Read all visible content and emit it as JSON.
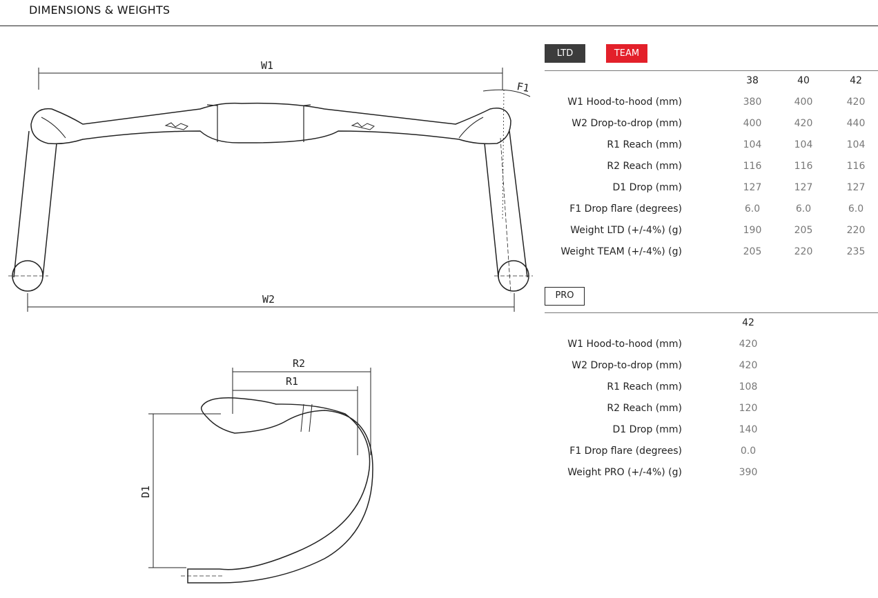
{
  "header": {
    "title": "DIMENSIONS & WEIGHTS"
  },
  "diagram": {
    "labels": {
      "w1": "W1",
      "w2": "W2",
      "f1": "F1",
      "r1": "R1",
      "r2": "R2",
      "d1": "D1"
    }
  },
  "tabs": [
    {
      "label": "LTD",
      "color": "#3c3c3c"
    },
    {
      "label": "TEAM",
      "color": "#e3202a"
    }
  ],
  "table1": {
    "sizes": [
      "38",
      "40",
      "42"
    ],
    "rows": [
      {
        "label": "W1 Hood-to-hood (mm)",
        "values": [
          "380",
          "400",
          "420"
        ]
      },
      {
        "label": "W2 Drop-to-drop (mm)",
        "values": [
          "400",
          "420",
          "440"
        ]
      },
      {
        "label": "R1 Reach (mm)",
        "values": [
          "104",
          "104",
          "104"
        ]
      },
      {
        "label": "R2 Reach (mm)",
        "values": [
          "116",
          "116",
          "116"
        ]
      },
      {
        "label": "D1 Drop (mm)",
        "values": [
          "127",
          "127",
          "127"
        ]
      },
      {
        "label": "F1 Drop flare (degrees)",
        "values": [
          "6.0",
          "6.0",
          "6.0"
        ]
      },
      {
        "label": "Weight LTD (+/-4%) (g)",
        "values": [
          "190",
          "205",
          "220"
        ]
      },
      {
        "label": "Weight TEAM (+/-4%) (g)",
        "values": [
          "205",
          "220",
          "235"
        ]
      }
    ]
  },
  "pro_tab": {
    "label": "PRO"
  },
  "table2": {
    "sizes": [
      "42"
    ],
    "rows": [
      {
        "label": "W1 Hood-to-hood (mm)",
        "values": [
          "420"
        ]
      },
      {
        "label": "W2 Drop-to-drop (mm)",
        "values": [
          "420"
        ]
      },
      {
        "label": "R1 Reach (mm)",
        "values": [
          "108"
        ]
      },
      {
        "label": "R2 Reach (mm)",
        "values": [
          "120"
        ]
      },
      {
        "label": "D1 Drop (mm)",
        "values": [
          "140"
        ]
      },
      {
        "label": "F1 Drop flare (degrees)",
        "values": [
          "0.0"
        ]
      },
      {
        "label": "Weight PRO (+/-4%) (g)",
        "values": [
          "390"
        ]
      }
    ]
  }
}
